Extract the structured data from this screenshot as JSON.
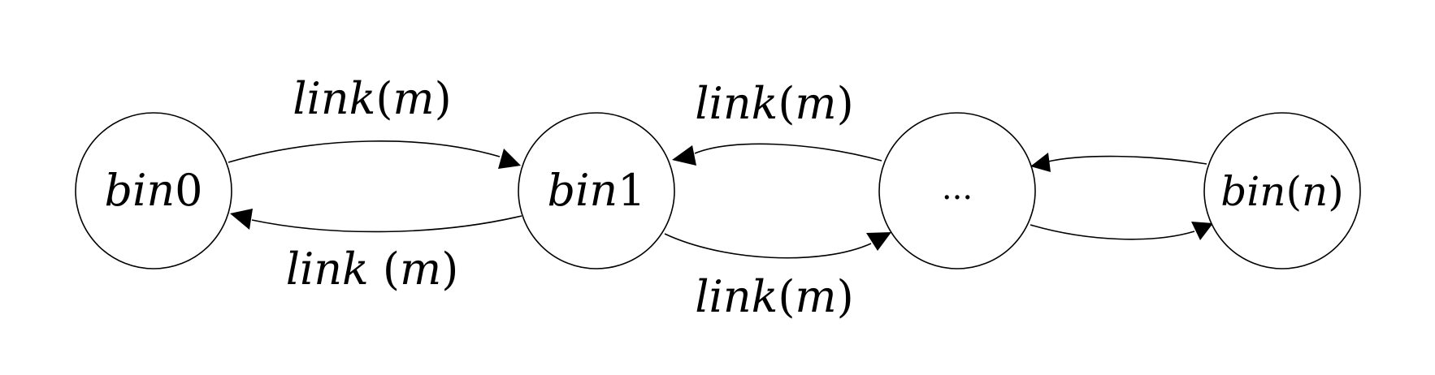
{
  "diagram": {
    "nodes": [
      {
        "id": "bin0",
        "label_italic": "bin",
        "label_upright": "0"
      },
      {
        "id": "bin1",
        "label_italic": "bin",
        "label_upright": "1"
      },
      {
        "id": "ellipsis",
        "label_upright": "..."
      },
      {
        "id": "binn",
        "label_italic": "bin",
        "label_upright_open": "(",
        "label_var": "n",
        "label_upright_close": ")"
      }
    ],
    "edges": [
      {
        "from": "bin0",
        "to": "bin1",
        "label_italic": "link",
        "label_upright_open": "(",
        "label_var": "m",
        "label_upright_close": ")"
      },
      {
        "from": "bin1",
        "to": "bin0",
        "label_italic": "link",
        "label_upright_open": " (",
        "label_var": "m",
        "label_upright_close": ")"
      },
      {
        "from": "ellipsis",
        "to": "bin1",
        "label_italic": "link",
        "label_upright_open": "(",
        "label_var": "m",
        "label_upright_close": ")"
      },
      {
        "from": "bin1",
        "to": "ellipsis",
        "label_italic": "link",
        "label_upright_open": "(",
        "label_var": "m",
        "label_upright_close": ")"
      },
      {
        "from": "binn",
        "to": "ellipsis"
      },
      {
        "from": "ellipsis",
        "to": "binn"
      }
    ]
  }
}
